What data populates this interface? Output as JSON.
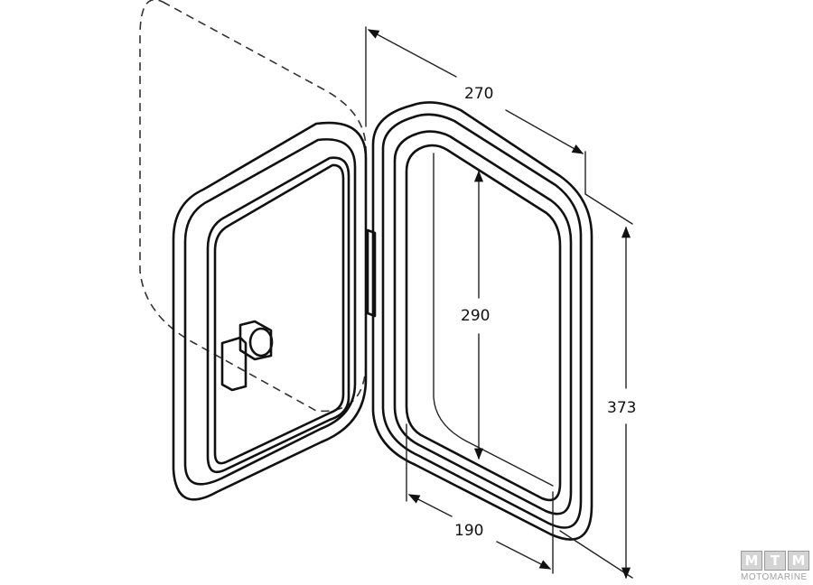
{
  "dimensions": {
    "width_top": "270",
    "height_opening": "290",
    "height_overall": "373",
    "width_bottom": "190"
  },
  "logo": {
    "letters": [
      "M",
      "T",
      "M"
    ],
    "subtitle": "MOTOMARINE"
  },
  "colors": {
    "line": "#111111",
    "logo_grey": "#d4d4d4"
  }
}
